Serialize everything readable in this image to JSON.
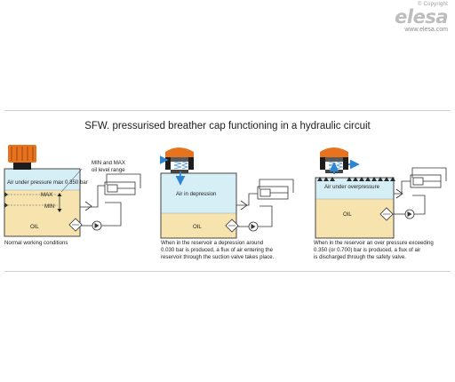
{
  "brand": {
    "copyright": "© Copyright",
    "logo_text": "elesa",
    "website": "www.elesa.com"
  },
  "title": "SFW. pressurised breather cap functioning in a hydraulic circuit",
  "panels": [
    {
      "id": "normal",
      "labels": {
        "air": "Air under pressure max 0.350 bar",
        "max": "MAX",
        "min": "MIN",
        "range_line1": "MIN and MAX",
        "range_line2": "oil level range",
        "oil": "OIL"
      },
      "caption": [
        "Normal working conditions"
      ]
    },
    {
      "id": "depression",
      "labels": {
        "air": "Air in depression",
        "oil": "OIL"
      },
      "caption": [
        "When in the reservoir a depression around",
        "0.030 bar is produced, a flux of air entering the",
        "reservoir through the suction valve takes place."
      ]
    },
    {
      "id": "overpressure",
      "labels": {
        "air": "Air under overpressure",
        "oil": "OIL"
      },
      "caption": [
        "When in the reservoir an over pressure exceeding",
        "0.350 (or 0.700) bar is produced, a flux of air",
        "is discharged through the safety valve."
      ]
    }
  ],
  "colors": {
    "air": "#d6eef6",
    "oil": "#f7e3ae",
    "cap_orange": "#e8731f",
    "cap_black": "#1d1d1d",
    "arrow_blue": "#2f86d0",
    "spring_blue": "#6fa8d8"
  }
}
